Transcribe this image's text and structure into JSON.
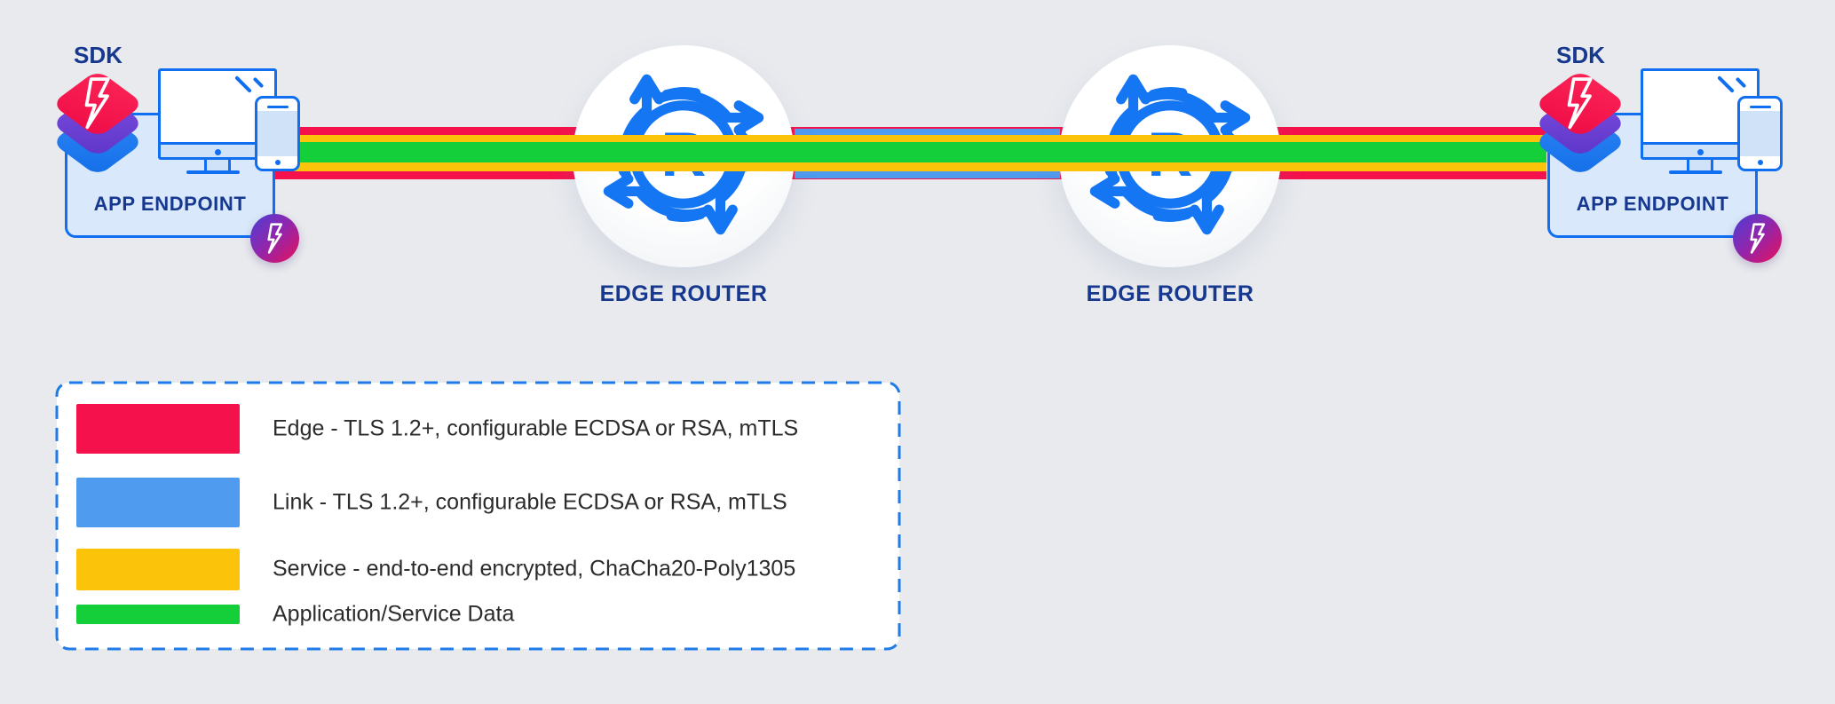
{
  "diagram": {
    "title_none": "",
    "endpoint": {
      "sdk_label": "SDK",
      "label": "APP ENDPOINT"
    },
    "router": {
      "label": "EDGE ROUTER",
      "icon_letter": "R"
    },
    "links": {
      "edge_color": "#f5114c",
      "link_color": "#4f9bf0",
      "service_color": "#fcc30b",
      "data_color": "#14cf3a"
    },
    "legend": {
      "items": [
        {
          "name": "edge",
          "color": "#f5114c",
          "label": "Edge - TLS 1.2+, configurable ECDSA or RSA, mTLS"
        },
        {
          "name": "link",
          "color": "#4f9bf0",
          "label": "Link - TLS 1.2+, configurable ECDSA or RSA, mTLS"
        },
        {
          "name": "service",
          "color": "#fcc30b",
          "label": "Service - end-to-end encrypted, ChaCha20-Poly1305"
        },
        {
          "name": "data",
          "color": "#14cf3a",
          "label": "Application/Service Data"
        }
      ]
    }
  }
}
